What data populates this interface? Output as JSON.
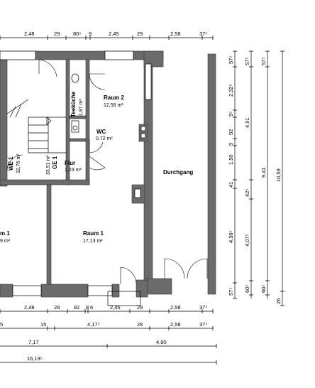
{
  "rooms": {
    "raum2": {
      "name": "Raum 2",
      "area": "12,56 m²"
    },
    "teekueche": {
      "name": "Teeküche",
      "area": "1,87 m²"
    },
    "wc": {
      "name": "WC",
      "area": "0,72 m²"
    },
    "flur": {
      "name": "Flur",
      "area": "1,23 m²"
    },
    "durchgang": {
      "name": "Durchgang"
    },
    "raum1": {
      "name": "Raum 1",
      "area": "17,13 m²"
    },
    "raum_left": {
      "name": "m 1",
      "area": "9 m²"
    },
    "we1": {
      "name": "WE 1",
      "area": "32,76 m²"
    },
    "ge1": {
      "name": "GE 1",
      "area": "33,51 m²"
    }
  },
  "dims": {
    "top": [
      "2,48",
      "29",
      "80⁵",
      "9",
      "2,45",
      "29",
      "2,58",
      "37⁵"
    ],
    "bottom1": [
      "2,48",
      "28",
      "82",
      "8",
      "6",
      "2,45",
      "29",
      "2,58",
      "37⁵"
    ],
    "bottom2": [
      "5",
      "15",
      "4,17⁵",
      "28",
      "2,58",
      "37⁵"
    ],
    "bottom3": [
      "7,17",
      "4,90"
    ],
    "bottom4": [
      "16,19⁵"
    ],
    "right_a": [
      "57⁵",
      "2,32⁵",
      "9⁵",
      "92",
      "9",
      "1,50",
      "41",
      "4,36⁵",
      "57⁵"
    ],
    "right_b": [
      "57⁵",
      "4,91",
      "42⁵",
      "4,07⁵",
      "60⁵"
    ],
    "right_c": [
      "57⁵",
      "9,41",
      "60⁵"
    ],
    "right_d": [
      "10,59",
      "26"
    ]
  }
}
